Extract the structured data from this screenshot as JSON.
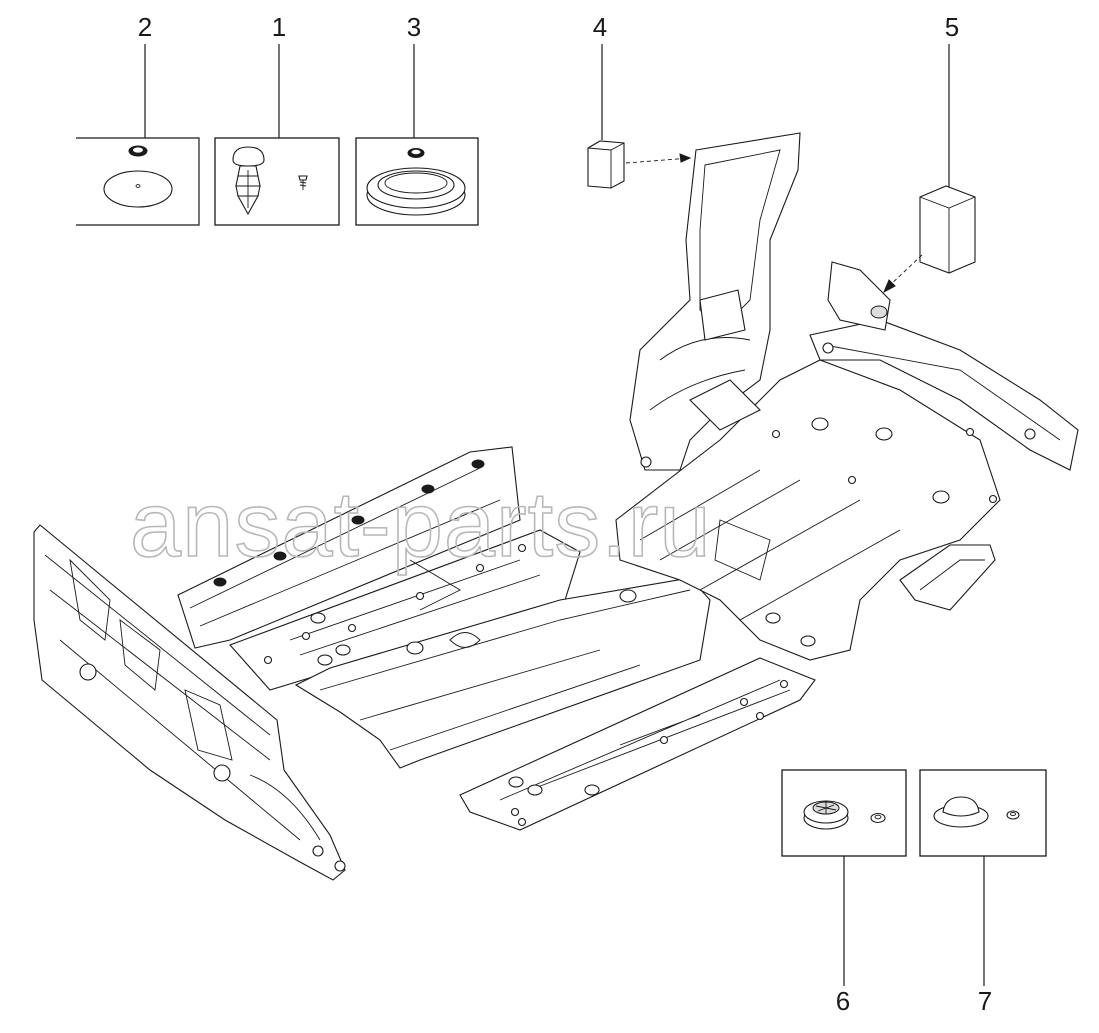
{
  "diagram": {
    "watermark": "ansat-parts.ru",
    "callouts": [
      {
        "id": "2",
        "label": "2"
      },
      {
        "id": "1",
        "label": "1"
      },
      {
        "id": "3",
        "label": "3"
      },
      {
        "id": "4",
        "label": "4"
      },
      {
        "id": "5",
        "label": "5"
      },
      {
        "id": "6",
        "label": "6"
      },
      {
        "id": "7",
        "label": "7"
      }
    ]
  }
}
